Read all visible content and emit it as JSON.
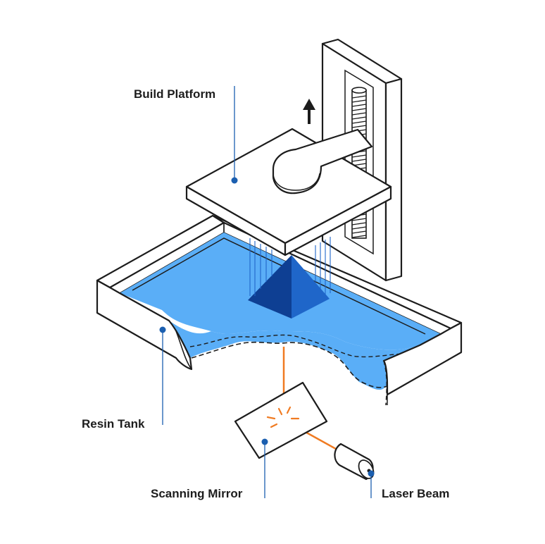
{
  "labels": {
    "build_platform": "Build Platform",
    "resin_tank": "Resin Tank",
    "scanning_mirror": "Scanning Mirror",
    "laser_beam": "Laser Beam"
  },
  "colors": {
    "resin": "#5aaef7",
    "resin_dark": "#3b8be8",
    "part_dark": "#0e3f93",
    "part_light": "#1f66c9",
    "leader": "#1b5fb0",
    "laser": "#f07b22",
    "ink": "#1c1c1c"
  }
}
